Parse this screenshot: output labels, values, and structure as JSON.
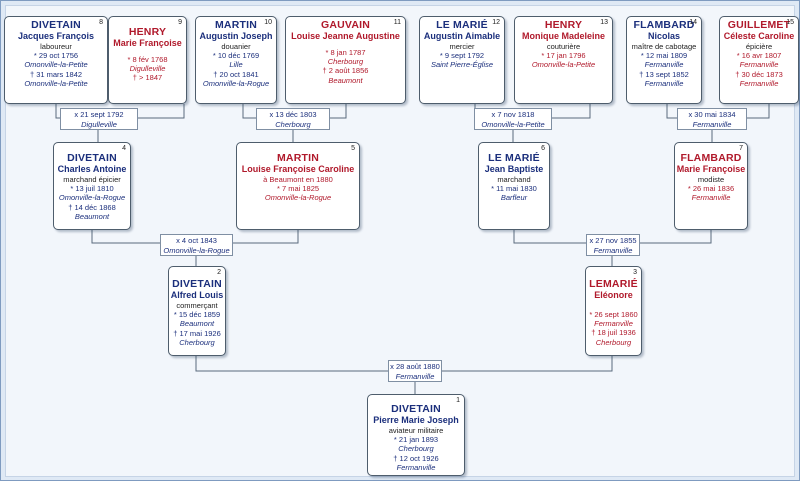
{
  "persons": {
    "p1": {
      "num": "1",
      "surname": "DIVETAIN",
      "given": "Pierre Marie Joseph",
      "occupation": "aviateur militaire",
      "birth_date": "* 21 jan 1893",
      "birth_place": "Cherbourg",
      "death_date": "† 12 oct 1926",
      "death_place": "Fermanville"
    },
    "p2": {
      "num": "2",
      "surname": "DIVETAIN",
      "given": "Alfred Louis",
      "occupation": "commerçant",
      "birth_date": "* 15 déc 1859",
      "birth_place": "Beaumont",
      "death_date": "† 17 mai 1926",
      "death_place": "Cherbourg"
    },
    "p3": {
      "num": "3",
      "surname": "LEMARIÉ",
      "given": "Eléonore",
      "birth_date": "* 26 sept 1860",
      "birth_place": "Fermanville",
      "death_date": "† 18 juil 1936",
      "death_place": "Cherbourg"
    },
    "p4": {
      "num": "4",
      "surname": "DIVETAIN",
      "given": "Charles Antoine",
      "occupation": "marchand épicier",
      "birth_date": "* 13 juil 1810",
      "birth_place": "Omonville-la-Rogue",
      "death_date": "† 14 déc 1868",
      "death_place": "Beaumont"
    },
    "p5": {
      "num": "5",
      "surname": "MARTIN",
      "given": "Louise Françoise Caroline",
      "note": "à Beaumont en 1880",
      "birth_date": "* 7 mai 1825",
      "birth_place": "Omonville-la-Rogue"
    },
    "p6": {
      "num": "6",
      "surname": "LE MARIÉ",
      "given": "Jean Baptiste",
      "occupation": "marchand",
      "birth_date": "* 11 mai 1830",
      "birth_place": "Barfleur"
    },
    "p7": {
      "num": "7",
      "surname": "FLAMBARD",
      "given": "Marie Françoise",
      "occupation": "modiste",
      "birth_date": "* 26 mai 1836",
      "birth_place": "Fermanville"
    },
    "p8": {
      "num": "8",
      "surname": "DIVETAIN",
      "given": "Jacques François",
      "occupation": "laboureur",
      "birth_date": "* 29 oct 1756",
      "birth_place": "Omonville-la-Petite",
      "death_date": "† 31 mars 1842",
      "death_place": "Omonville-la-Petite"
    },
    "p9": {
      "num": "9",
      "surname": "HENRY",
      "given": "Marie Françoise",
      "birth_date": "* 8 fév 1768",
      "birth_place": "Digulleville",
      "death_date": "† > 1847"
    },
    "p10": {
      "num": "10",
      "surname": "MARTIN",
      "given": "Augustin Joseph",
      "occupation": "douanier",
      "birth_date": "* 10 déc 1769",
      "birth_place": "Lille",
      "death_date": "† 20 oct 1841",
      "death_place": "Omonville-la-Rogue"
    },
    "p11": {
      "num": "11",
      "surname": "GAUVAIN",
      "given": "Louise Jeanne Augustine",
      "birth_date": "* 8 jan 1787",
      "birth_place": "Cherbourg",
      "death_date": "† 2 août 1856",
      "death_place": "Beaumont"
    },
    "p12": {
      "num": "12",
      "surname": "LE MARIÉ",
      "given": "Augustin Aimable",
      "occupation": "mercier",
      "birth_date": "* 9 sept 1792",
      "birth_place": "Saint Pierre-Église"
    },
    "p13": {
      "num": "13",
      "surname": "HENRY",
      "given": "Monique Madeleine",
      "occupation": "couturière",
      "birth_date": "* 17 jan 1796",
      "birth_place": "Omonville-la-Petite"
    },
    "p14": {
      "num": "14",
      "surname": "FLAMBARD",
      "given": "Nicolas",
      "occupation": "maître de cabotage",
      "birth_date": "* 12 mai 1809",
      "birth_place": "Fermanville",
      "death_date": "† 13 sept 1852",
      "death_place": "Fermanville"
    },
    "p15": {
      "num": "15",
      "surname": "GUILLEMET",
      "given": "Céleste Caroline",
      "occupation": "épicière",
      "birth_date": "* 16 avr 1807",
      "birth_place": "Fermanville",
      "death_date": "† 30 déc 1873",
      "death_place": "Fermanville"
    }
  },
  "marriages": {
    "m8_9": {
      "date": "x 21 sept 1792",
      "place": "Digulleville"
    },
    "m10_11": {
      "date": "x 13 déc 1803",
      "place": "Cherbourg"
    },
    "m12_13": {
      "date": "x 7 nov 1818",
      "place": "Omonville-la-Petite"
    },
    "m14_15": {
      "date": "x 30 mai 1834",
      "place": "Fermanville"
    },
    "m4_5": {
      "date": "x 4 oct 1843",
      "place": "Omonville-la-Rogue"
    },
    "m6_7": {
      "date": "x 27 nov 1855",
      "place": "Fermanville"
    },
    "m2_3": {
      "date": "x 28 août 1880",
      "place": "Fermanville"
    }
  },
  "colors": {
    "male": "#1b2f7c",
    "female": "#b0192b",
    "line": "#5a6b7d",
    "background": "#dfe9f5"
  }
}
